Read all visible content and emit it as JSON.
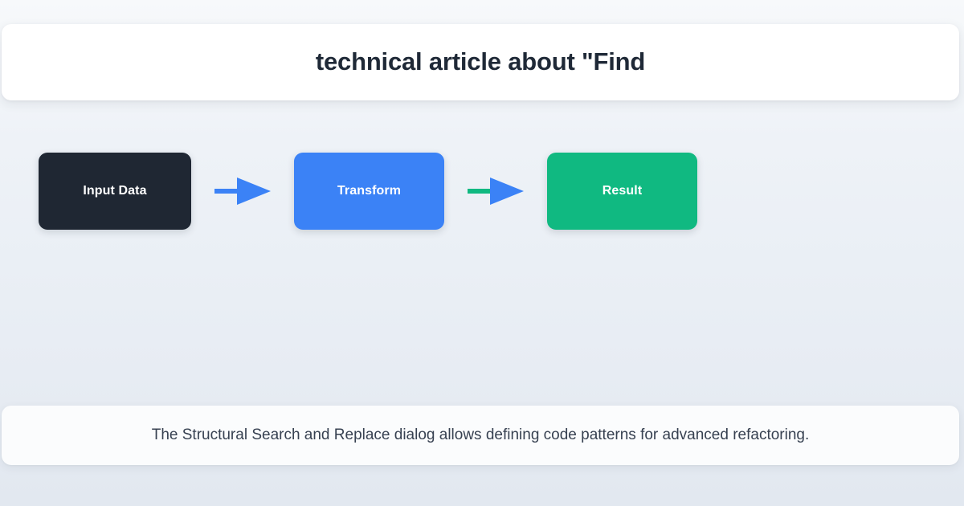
{
  "header": {
    "title": "technical article about \"Find"
  },
  "diagram": {
    "type": "flow",
    "nodes": [
      {
        "id": "input",
        "label": "Input Data",
        "color": "#1f2733",
        "text_color": "#ffffff"
      },
      {
        "id": "transform",
        "label": "Transform",
        "color": "#3b82f6",
        "text_color": "#ffffff"
      },
      {
        "id": "result",
        "label": "Result",
        "color": "#10b981",
        "text_color": "#ffffff"
      }
    ],
    "connectors": [
      {
        "id": "arrow-1",
        "from": "input",
        "to": "transform",
        "shaft_color": "#3b82f6",
        "head_color": "#3b82f6"
      },
      {
        "id": "arrow-2",
        "from": "transform",
        "to": "result",
        "shaft_color": "#10b981",
        "head_color": "#3b82f6"
      }
    ]
  },
  "caption": {
    "text": "The Structural Search and Replace dialog allows defining code patterns for advanced refactoring."
  },
  "theme": {
    "page_background_top": "#f7f9fb",
    "page_background_bottom": "#e2e8f0",
    "card_background": "#ffffff",
    "title_color": "#1f2937",
    "caption_color": "#374151",
    "accent_blue": "#3b82f6",
    "accent_green": "#10b981",
    "accent_dark": "#1f2733"
  }
}
